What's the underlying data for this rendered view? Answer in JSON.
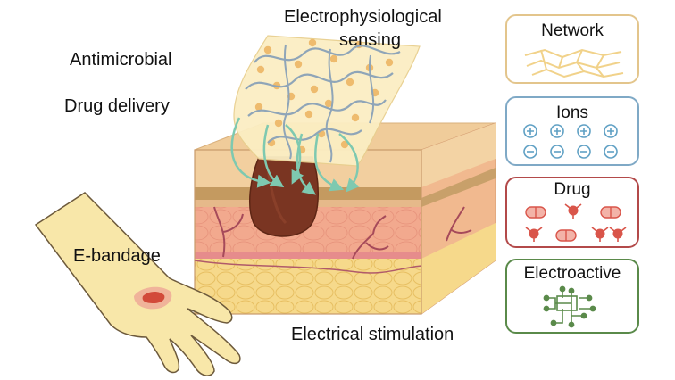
{
  "labels": {
    "electrophysiological": "Electrophysiological",
    "sensing": "sensing",
    "antimicrobial": "Antimicrobial",
    "drug_delivery": "Drug delivery",
    "e_bandage": "E-bandage",
    "electrical_stimulation": "Electrical stimulation"
  },
  "legend": [
    {
      "title": "Network",
      "border": "#e3c58c",
      "fill": "#fdf7ea",
      "icon": "network-icon"
    },
    {
      "title": "Ions",
      "border": "#7fa9c6",
      "fill": "#f1f7fb",
      "icon": "ion-icon"
    },
    {
      "title": "Drug",
      "border": "#b34a4a",
      "fill": "#fdf1ef",
      "icon": "drug-icon"
    },
    {
      "title": "Electroactive",
      "border": "#5a8a4a",
      "fill": "#f5faf1",
      "icon": "circuit-icon"
    }
  ],
  "colors": {
    "epidermis": "#f2cf9f",
    "dermis": "#f2a98e",
    "fat": "#f6d98b",
    "wound": "#7a3522",
    "hydrogel": "#fbeec3",
    "arrow": "#7ec9b0",
    "hand": "#f8e7a9"
  }
}
